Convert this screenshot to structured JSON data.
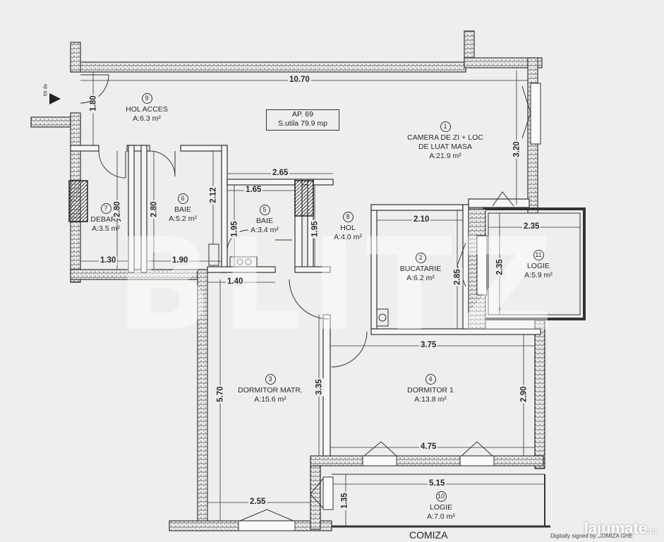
{
  "apartment": {
    "title": "AP. 69",
    "area": "S.utila 79.9 mp"
  },
  "entry_marker": "69 de",
  "rooms": [
    {
      "id": "r1",
      "num": "1",
      "name": "CAMERA DE ZI + LOC\nDE LUAT MASA",
      "area": "A:21.9 m²"
    },
    {
      "id": "r2",
      "num": "2",
      "name": "BUCATARIE",
      "area": "A:6.2 m²"
    },
    {
      "id": "r3",
      "num": "3",
      "name": "DORMITOR MATR.",
      "area": "A:15.6 m²"
    },
    {
      "id": "r4",
      "num": "4",
      "name": "DORMITOR 1",
      "area": "A:13.8 m²"
    },
    {
      "id": "r5",
      "num": "5",
      "name": "BAIE",
      "area": "A:3.4 m²"
    },
    {
      "id": "r6",
      "num": "6",
      "name": "BAIE",
      "area": "A:5.2 m²"
    },
    {
      "id": "r7",
      "num": "7",
      "name": "DEBARA",
      "area": "A:3.5 m²"
    },
    {
      "id": "r8",
      "num": "8",
      "name": "HOL",
      "area": "A:4.0 m²"
    },
    {
      "id": "r9",
      "num": "9",
      "name": "HOL ACCES",
      "area": "A:6.3 m²"
    },
    {
      "id": "r10",
      "num": "10",
      "name": "LOGIE",
      "area": "A:7.0 m²"
    },
    {
      "id": "r11",
      "num": "11",
      "name": "LOGIE",
      "area": "A:5.9 m²"
    }
  ],
  "dimensions": {
    "top_width": "10.70",
    "hol_acces_h": "1.80",
    "camera_h": "3.20",
    "baie5_top": "2.65",
    "baie5_inner": "1.65",
    "baie6_h": "2.12",
    "debara_h": "2.80",
    "baie6_w_h": "2.80",
    "baie5_h": "1.95",
    "hol_h": "1.95",
    "debara_w": "1.30",
    "baie6_w": "1.90",
    "door_w": "1.40",
    "bucatarie_w": "2.10",
    "bucatarie_h": "2.85",
    "logie11_w": "2.35",
    "logie11_h": "2.35",
    "dorm1_w": "3.75",
    "dorm1_h": "2.90",
    "dorm1_win": "4.75",
    "dorm_matr_h": "5.70",
    "dorm_matr_h2": "3.35",
    "dorm_matr_w": "2.55",
    "logie10_w": "5.15",
    "logie10_h": "1.35"
  },
  "watermark": "BLITZ",
  "brand": {
    "name": "lajumate",
    "tld": ".ro"
  },
  "signature": "Digitally signed by COMIZA GHE",
  "footer_label": "COMIZA",
  "colors": {
    "wall": "#3a3a3a",
    "hatch": "#777777",
    "paper": "#eeeeec",
    "line": "#2a2a2a"
  }
}
